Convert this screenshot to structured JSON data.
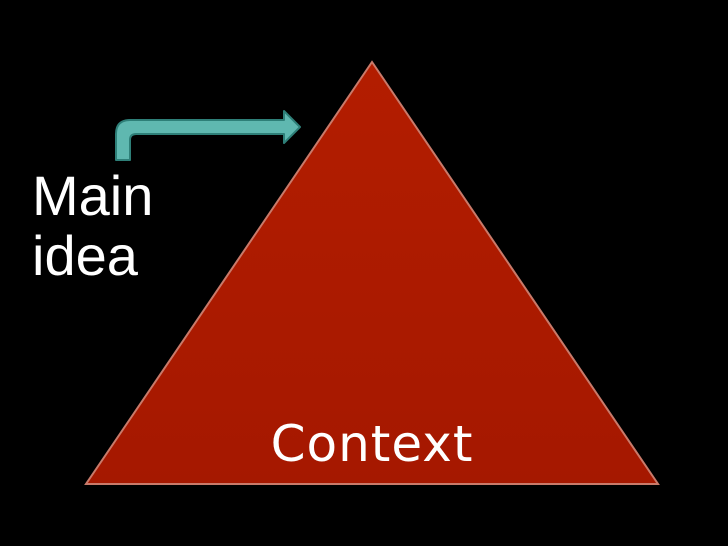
{
  "diagram": {
    "main_label_line1": "Main",
    "main_label_line2": "idea",
    "triangle_label": "Context"
  },
  "colors": {
    "background": "#000000",
    "triangle_fill": "#a81a00",
    "triangle_edge": "#c97a6a",
    "arrow_fill": "#5fb8b0",
    "arrow_edge": "#2e7f78",
    "text": "#ffffff"
  },
  "icons": {
    "arrow": "bent-arrow-right-icon"
  }
}
